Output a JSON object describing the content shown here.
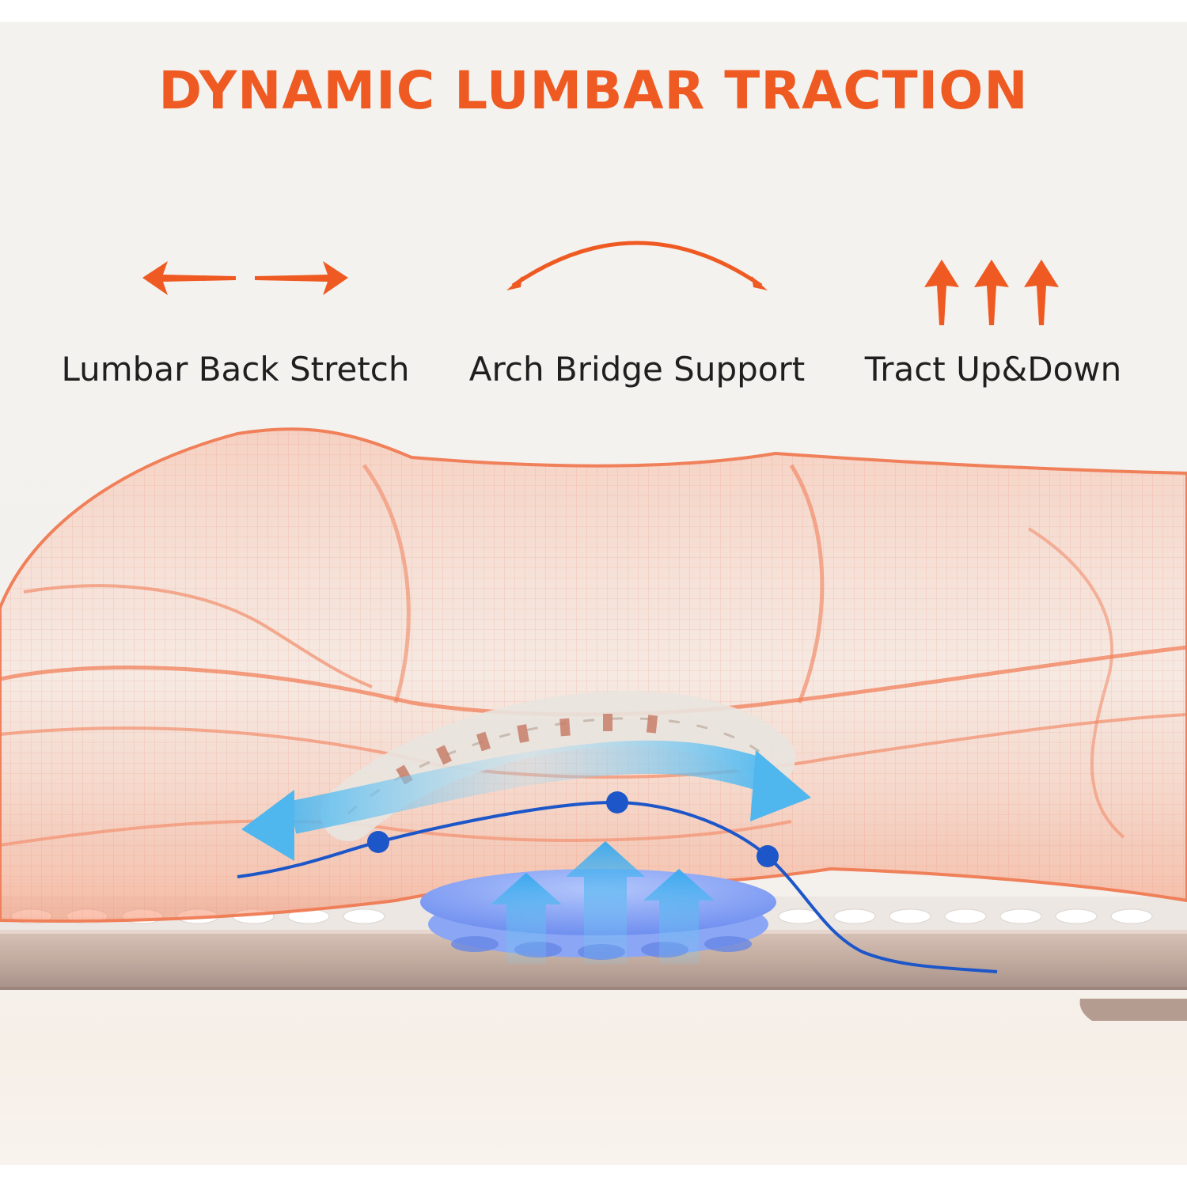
{
  "header": {
    "title": "DYNAMIC LUMBAR TRACTION"
  },
  "features": [
    {
      "icon": "double-arrow-horizontal-icon",
      "label": "Lumbar Back Stretch"
    },
    {
      "icon": "arch-arrow-icon",
      "label": "Arch Bridge Support"
    },
    {
      "icon": "up-arrows-icon",
      "label": "Tract Up&Down"
    }
  ],
  "colors": {
    "accent": "#ee5a22",
    "body_wireframe": "#f4895f",
    "flow_arrow": "#4fb6ee",
    "spine_curve": "#1c56c8",
    "pad": "#7f9ef5",
    "mat": "#c9b4a8"
  }
}
